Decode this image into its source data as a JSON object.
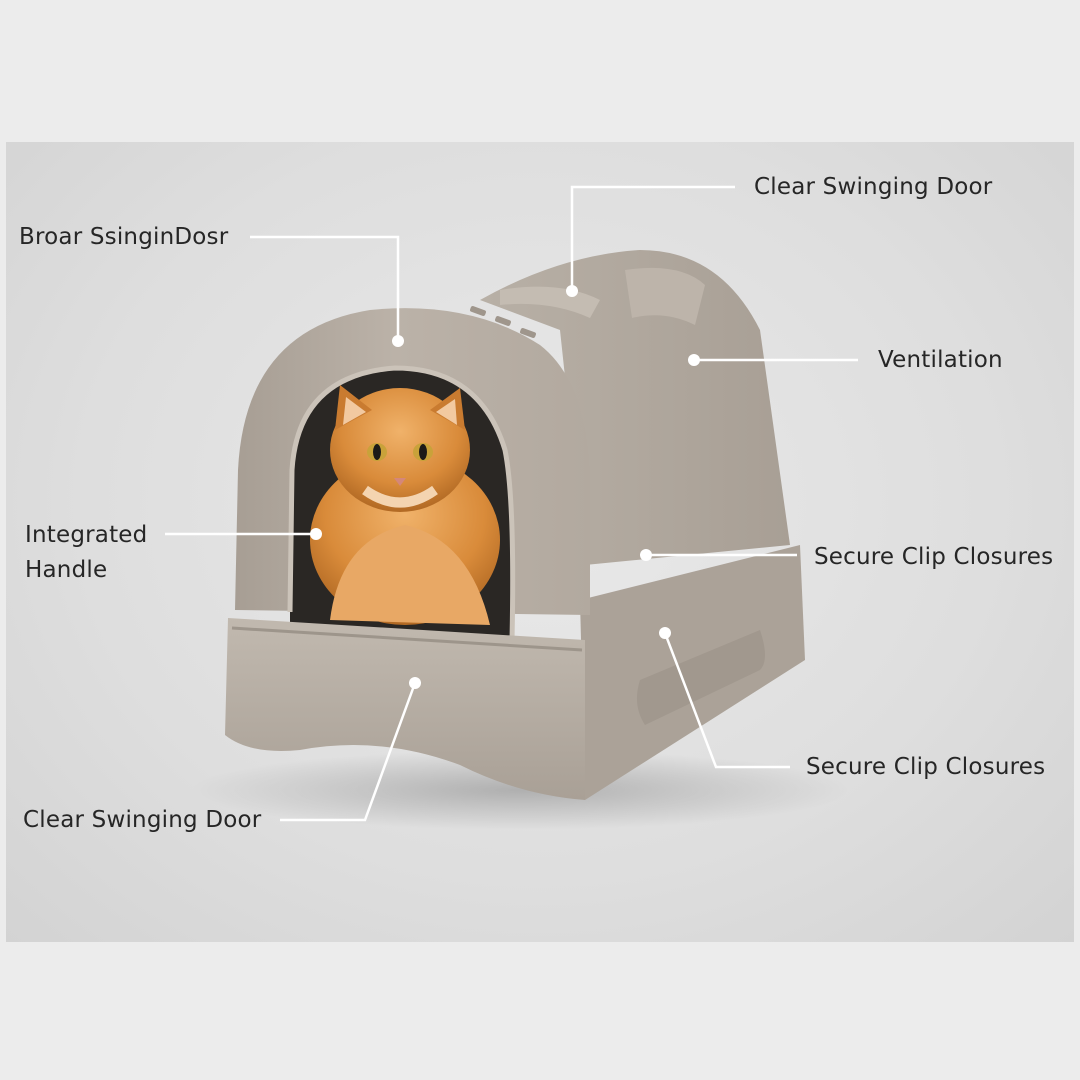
{
  "callouts": {
    "top_left": "Broar SsinginDosr",
    "top_right": "Clear Swinging Door",
    "ventilation": "Ventilation",
    "handle_line1": "Integrated",
    "handle_line2": "Handle",
    "clip_upper": "Secure Clip Closures",
    "clip_lower": "Secure Clip Closures",
    "bottom_left": "Clear Swinging Door"
  },
  "colors": {
    "background": "#ececec",
    "box": "#b6ada2",
    "cat": "#d98b3a",
    "lines": "#ffffff"
  }
}
